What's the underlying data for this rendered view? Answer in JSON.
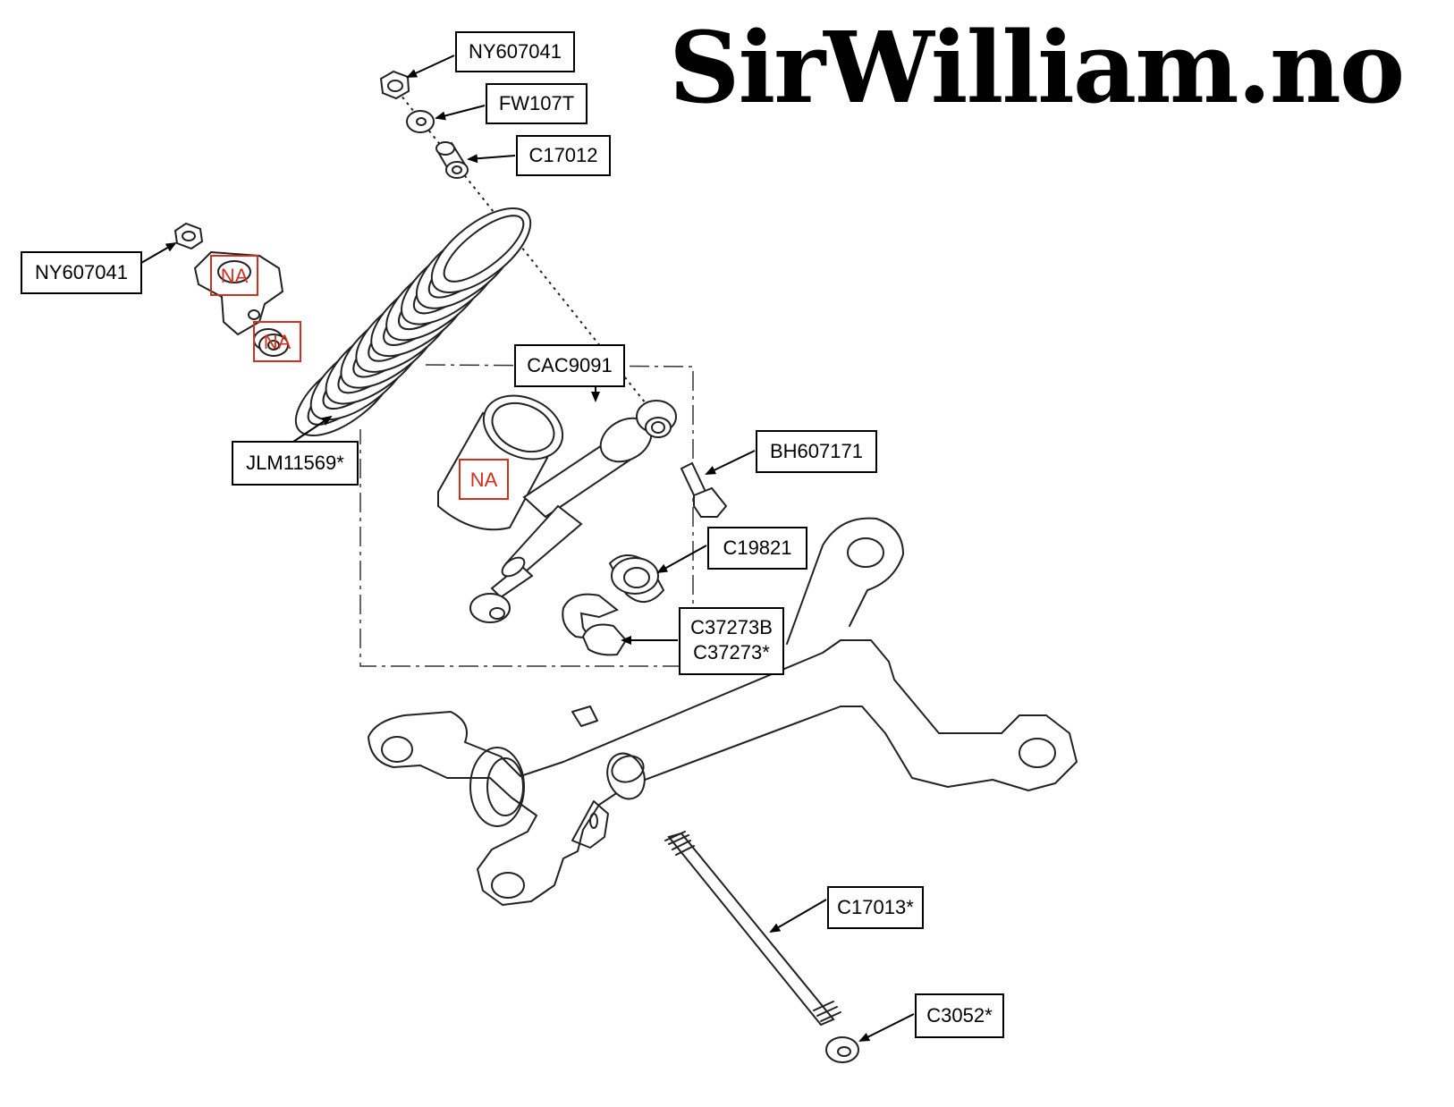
{
  "logo": {
    "text": "SirWilliam.no"
  },
  "parts": {
    "top_nut": "NY607041",
    "top_washer": "FW107T",
    "top_bush": "C17012",
    "bracket_nut": "NY607041",
    "damper": "CAC9091",
    "spring": "JLM11569*",
    "bolt": "BH607171",
    "spring_seat": "C19821",
    "packer_1": "C37273B",
    "packer_2": "C37273*",
    "fulcrum_pin": "C17013*",
    "pin_washer": "C3052*"
  },
  "not_available": {
    "bracket": "NA",
    "bracket_bush": "NA",
    "gaiter": "NA"
  },
  "colors": {
    "label_border": "#000000",
    "na_marker": "#d0301e",
    "drawing_line": "#222222"
  }
}
